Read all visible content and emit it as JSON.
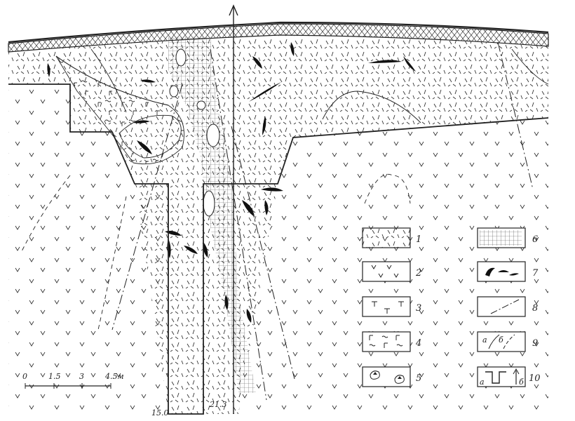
{
  "scale": {
    "ticks": [
      "0",
      "1.5",
      "3",
      "4.5м"
    ]
  },
  "borehole_labels": {
    "left": "15.0",
    "right": "21.3"
  },
  "legend": [
    {
      "num": "1",
      "pattern": "dashes"
    },
    {
      "num": "2",
      "pattern": "v-marks"
    },
    {
      "num": "3",
      "pattern": "t-marks"
    },
    {
      "num": "4",
      "pattern": "gamma-tilde"
    },
    {
      "num": "5",
      "pattern": "clasts"
    },
    {
      "num": "6",
      "pattern": "grid"
    },
    {
      "num": "7",
      "pattern": "black-lenses"
    },
    {
      "num": "8",
      "pattern": "fault-line"
    },
    {
      "num": "9",
      "pattern": "contacts",
      "sub_a": "а",
      "sub_b": "б"
    },
    {
      "num": "10",
      "pattern": "trench-borehole",
      "sub_a": "а",
      "sub_b": "б"
    }
  ],
  "colors": {
    "ink": "#222222",
    "paper": "#ffffff"
  }
}
